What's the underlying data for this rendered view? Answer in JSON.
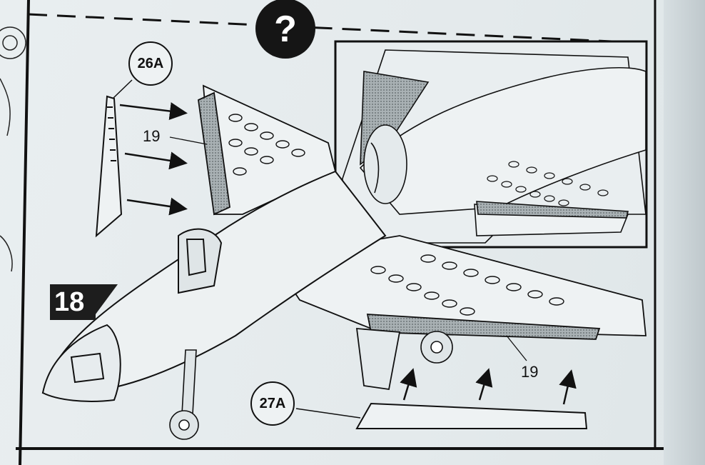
{
  "step": {
    "number": "18",
    "help_icon": "question-mark-icon"
  },
  "callouts": {
    "upper": "26A",
    "lower": "27A"
  },
  "parts": {
    "upper_label": "19",
    "lower_label": "19"
  },
  "colors": {
    "ink": "#111111",
    "paper": "#e6ecee",
    "shading": "#9aa3a6"
  }
}
